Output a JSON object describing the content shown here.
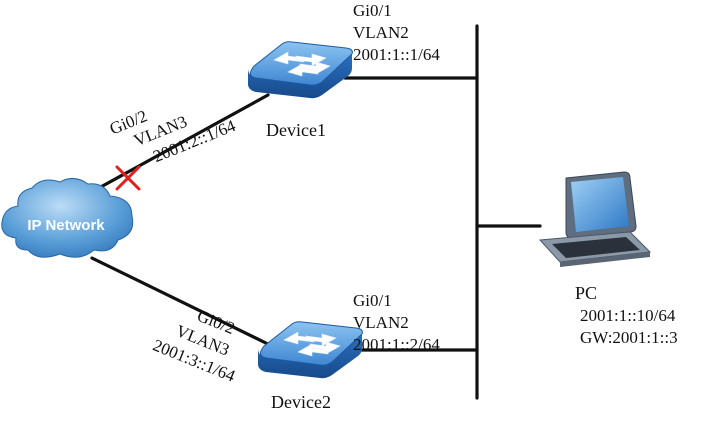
{
  "cloud": {
    "label": "IP Network"
  },
  "device1": {
    "name": "Device1",
    "port_up": {
      "iface": "Gi0/1",
      "vlan": "VLAN2",
      "ip": "2001:1::1/64"
    },
    "port_left": {
      "iface": "Gi0/2",
      "vlan": "VLAN3",
      "ip": "2001:2::1/64"
    }
  },
  "device2": {
    "name": "Device2",
    "port_up": {
      "iface": "Gi0/1",
      "vlan": "VLAN2",
      "ip": "2001:1::2/64"
    },
    "port_left": {
      "iface": "Gi0/2",
      "vlan": "VLAN3",
      "ip": "2001:3::1/64"
    }
  },
  "pc": {
    "name": "PC",
    "ip": "2001:1::10/64",
    "gateway": "GW:2001:1::3"
  },
  "colors": {
    "switch": "#2a6fc0",
    "cloud": "#4a90d0",
    "fault": "#e02020",
    "line": "#111111"
  }
}
